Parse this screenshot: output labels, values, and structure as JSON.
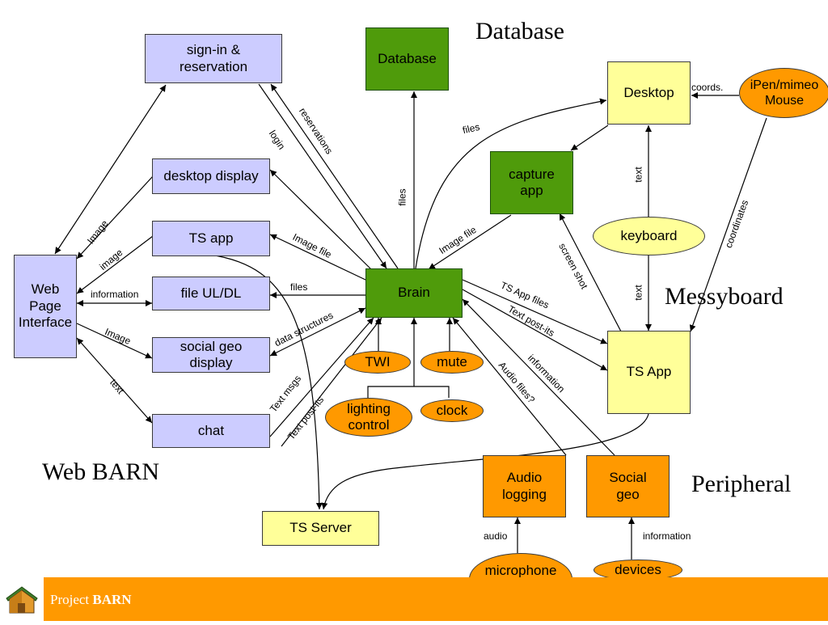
{
  "sections": {
    "database": "Database",
    "messyboard": "Messyboard",
    "web_barn": "Web BARN",
    "peripheral": "Peripheral"
  },
  "nodes": {
    "signin": "sign-in &\nreservation",
    "desktop_display": "desktop display",
    "ts_app_web": "TS app",
    "web_page_interface": "Web\nPage\nInterface",
    "file_ul_dl": "file UL/DL",
    "social_geo_display": "social geo\ndisplay",
    "chat": "chat",
    "database": "Database",
    "brain": "Brain",
    "capture_app": "capture\napp",
    "desktop": "Desktop",
    "ipen": "iPen/mimeo\nMouse",
    "keyboard": "keyboard",
    "ts_app_messy": "TS App",
    "twi": "TWI",
    "mute": "mute",
    "lighting": "lighting\ncontrol",
    "clock": "clock",
    "ts_server": "TS Server",
    "audio_logging": "Audio\nlogging",
    "social_geo": "Social\ngeo",
    "microphone": "microphone\ncellphone",
    "devices": "devices"
  },
  "edge_labels": {
    "reservations": "reservations",
    "login": "login",
    "files_db": "files",
    "files_desktop": "files",
    "image_1": "Image",
    "image_2": "image",
    "image_file_web": "Image file",
    "information_web": "information",
    "files_web": "files",
    "image_social": "Image",
    "data_structures": "data structures",
    "text_web": "text",
    "text_msgs": "Text msgs",
    "text_postits_web": "Text post-its",
    "image_file_capture": "Image file",
    "screen_shot": "screen shot",
    "text_desktop": "text",
    "text_tsapp": "text",
    "coords": "coords.",
    "coordinates": "coordinates",
    "ts_app_files": "TS App files",
    "text_postits_messy": "Text post-its",
    "information_social": "information",
    "audio_files": "Audio files?",
    "audio": "audio",
    "information_devices": "information"
  },
  "footer": {
    "brand_prefix": "Project",
    "brand_name": "BARN"
  },
  "colors": {
    "lavender": "#ccccff",
    "green": "#4f9b0b",
    "yellow": "#ffff99",
    "orange": "#ff9900",
    "footer": "#ff9900"
  },
  "icons": {
    "logo": "house-icon"
  }
}
